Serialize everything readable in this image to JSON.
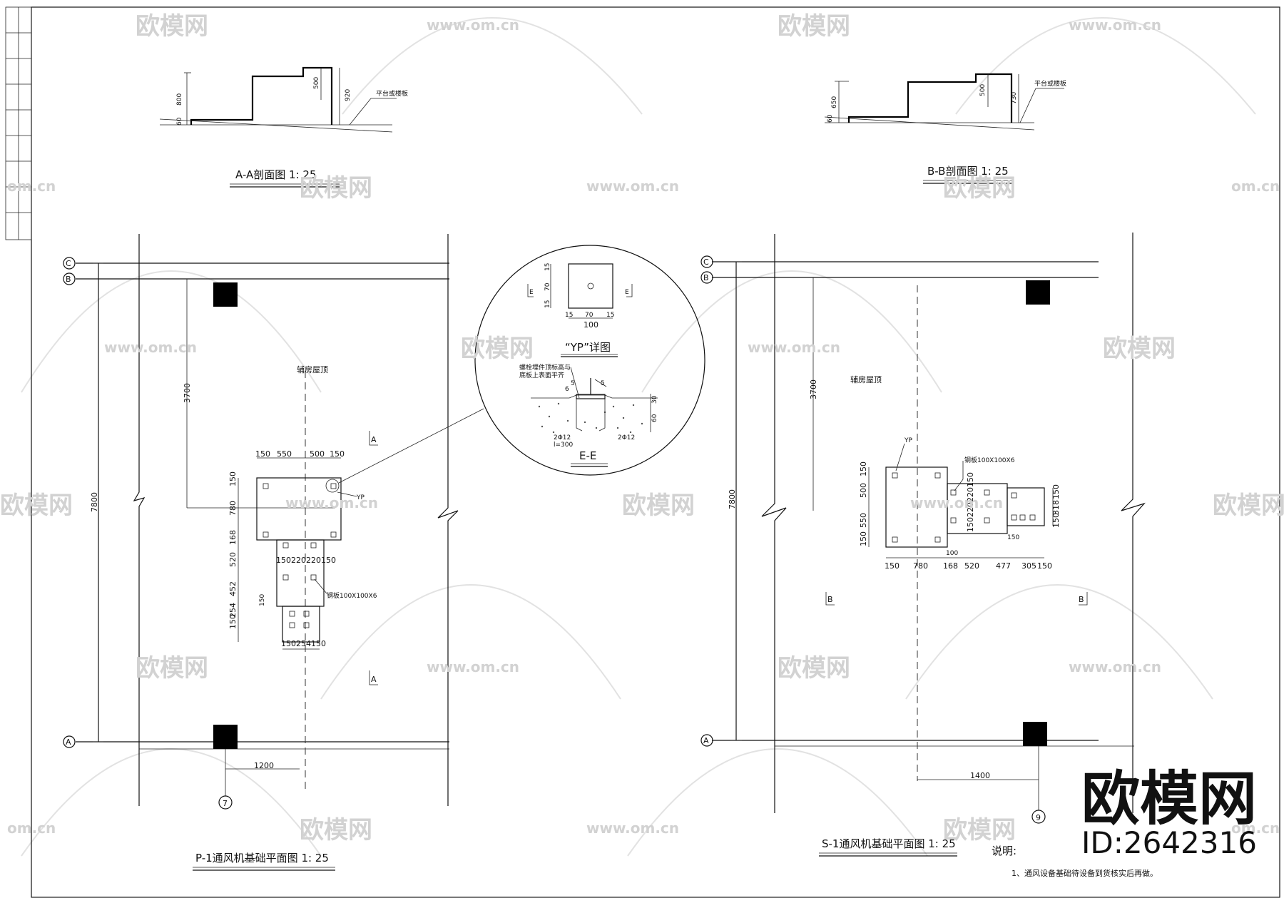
{
  "titles": {
    "section_aa": "A-A剖面图 1: 25",
    "section_bb": "B-B剖面图 1: 25",
    "plan_p1": "P-1通风机基础平面图 1: 25",
    "plan_s1": "S-1通风机基础平面图 1: 25",
    "detail_yp": "“YP”详图",
    "detail_ee": "E-E"
  },
  "axes": {
    "C": "C",
    "B": "B",
    "A": "A",
    "n7": "7",
    "n9": "9"
  },
  "labels": {
    "roof": "辅房屋顶",
    "platform": "平台或楼板",
    "yp": "YP",
    "steel_plate": "钢板100X100X6",
    "cut_A": "A",
    "cut_B": "B",
    "cut_E": "E",
    "ee_note1": "螺栓埋件顶标高与",
    "ee_note2": "底板上表面平齐",
    "rebar1": "2Φ12",
    "rebar1b": "l=300",
    "rebar2": "2Φ12"
  },
  "dims": {
    "aa_800": "800",
    "aa_60": "60",
    "aa_500": "500",
    "aa_920": "920",
    "bb_650": "650",
    "bb_60": "60",
    "bb_500": "500",
    "bb_730": "730",
    "d3700": "3700",
    "d7800": "7800",
    "d1200": "1200",
    "d1400": "1400",
    "p_top": [
      "150",
      "550",
      "500",
      "150"
    ],
    "p_left": [
      "150",
      "780",
      "168",
      "520",
      "452",
      "150",
      "254"
    ],
    "p_mid": "150220220150",
    "p_bottom": "150254150",
    "p_150": "150",
    "s_bottom": [
      "150",
      "780",
      "168",
      "520",
      "477",
      "305",
      "150"
    ],
    "s_left": [
      "150",
      "500",
      "550",
      "150"
    ],
    "s_mid": "150220220150",
    "s_100": "100",
    "s_right": [
      "150",
      "318",
      "150"
    ],
    "s_150": "150",
    "yp_15a": "15",
    "yp_70": "70",
    "yp_15b": "15",
    "yp_15c": "15",
    "yp_70b": "70",
    "yp_15d": "15",
    "yp_100": "100",
    "ee_5a": "5",
    "ee_5b": "5",
    "ee_6": "6",
    "ee_60": "60",
    "ee_30": "30"
  },
  "notes": {
    "heading": "说明:",
    "item1": "1、通风设备基础待设备到货核实后再做。"
  },
  "watermarks": {
    "brand": "欧模网",
    "url": "www.om.cn",
    "id_label": "ID:2642316",
    "partial_url": "om.cn"
  },
  "colors": {
    "ink": "#111111",
    "watermark": "#d2d2d2",
    "background": "#ffffff"
  }
}
